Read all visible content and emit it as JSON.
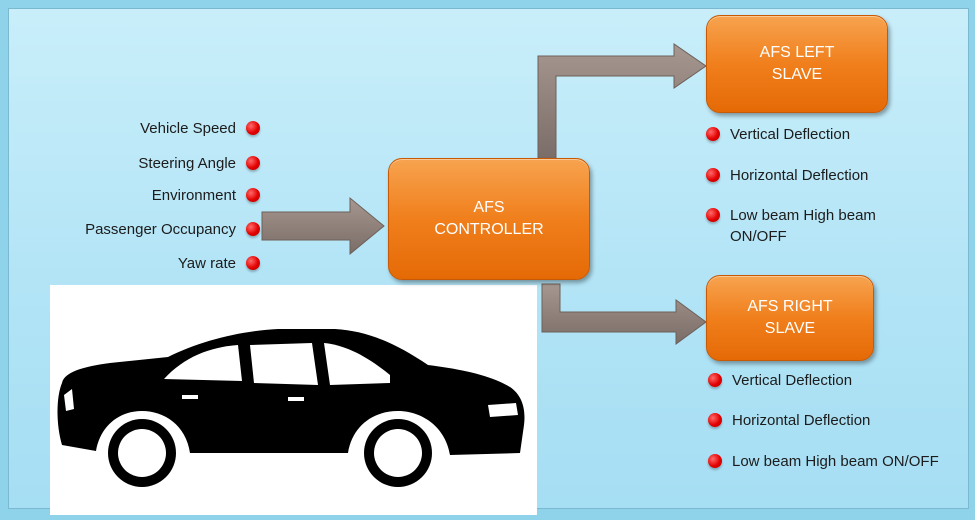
{
  "inputs": [
    {
      "label": "Vehicle Speed"
    },
    {
      "label": "Steering Angle"
    },
    {
      "label": "Environment"
    },
    {
      "label": "Passenger Occupancy"
    },
    {
      "label": "Yaw rate"
    }
  ],
  "controller": {
    "line1": "AFS",
    "line2": "CONTROLLER"
  },
  "left_slave": {
    "line1": "AFS LEFT",
    "line2": "SLAVE",
    "outputs": [
      {
        "label": "Vertical Deflection"
      },
      {
        "label": "Horizontal Deflection"
      },
      {
        "label": "Low beam High beam ON/OFF"
      }
    ]
  },
  "right_slave": {
    "line1": "AFS RIGHT",
    "line2": "SLAVE",
    "outputs": [
      {
        "label": "Vertical Deflection"
      },
      {
        "label": "Horizontal Deflection"
      },
      {
        "label": "Low beam High beam ON/OFF"
      }
    ]
  },
  "colors": {
    "box": "#f07f1c",
    "dot": "#e30000",
    "arrow": "#8a7b74",
    "background": "#b2e4f6"
  },
  "icons": {
    "vehicle": "car-silhouette-icon"
  }
}
